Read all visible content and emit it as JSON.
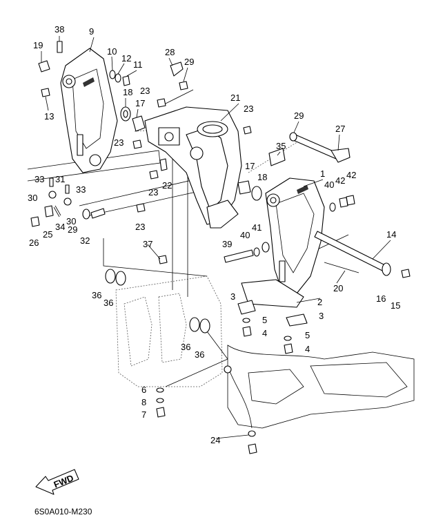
{
  "diagram": {
    "code": "6S0A010-M230",
    "fwd_label": "FWD",
    "callouts": [
      "1",
      "2",
      "3",
      "3",
      "4",
      "4",
      "5",
      "5",
      "6",
      "7",
      "8",
      "9",
      "10",
      "11",
      "12",
      "13",
      "14",
      "15",
      "16",
      "17",
      "17",
      "18",
      "18",
      "19",
      "20",
      "21",
      "22",
      "23",
      "23",
      "23",
      "23",
      "23",
      "24",
      "25",
      "26",
      "27",
      "28",
      "29",
      "29",
      "29",
      "30",
      "30",
      "31",
      "32",
      "33",
      "33",
      "34",
      "35",
      "36",
      "36",
      "36",
      "36",
      "37",
      "38",
      "39",
      "40",
      "40",
      "41",
      "42",
      "42"
    ]
  }
}
